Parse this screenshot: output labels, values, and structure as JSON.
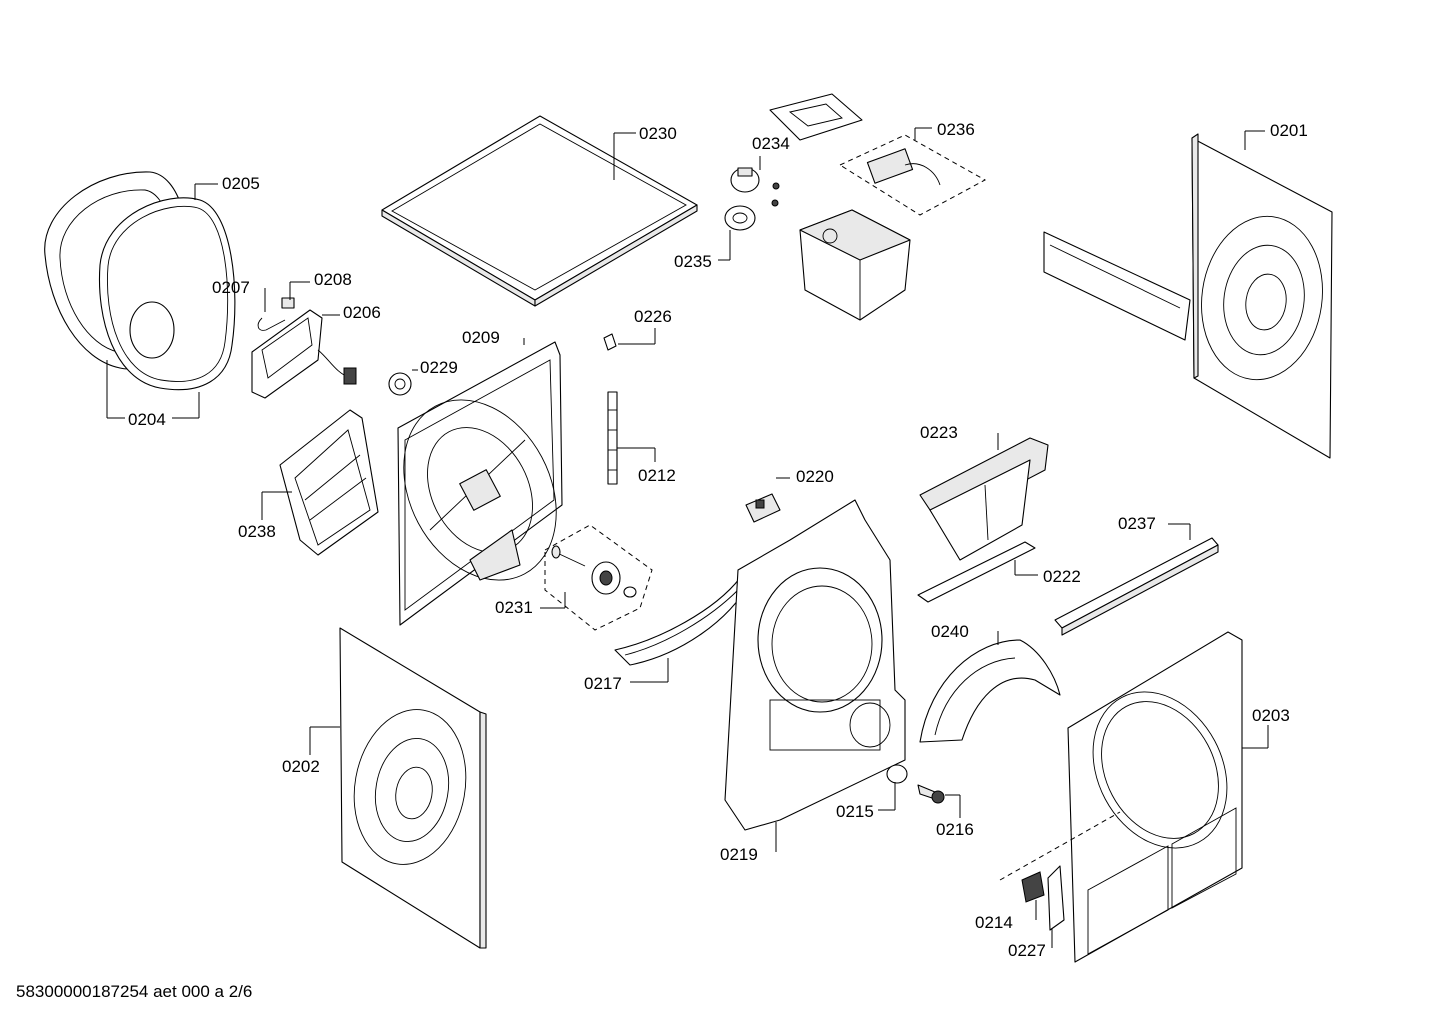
{
  "document_id": "58300000187254 aet 000 a 2/6",
  "parts": [
    {
      "id": "p0201",
      "label": "0201"
    },
    {
      "id": "p0202",
      "label": "0202"
    },
    {
      "id": "p0203",
      "label": "0203"
    },
    {
      "id": "p0204",
      "label": "0204"
    },
    {
      "id": "p0205",
      "label": "0205"
    },
    {
      "id": "p0206",
      "label": "0206"
    },
    {
      "id": "p0207",
      "label": "0207"
    },
    {
      "id": "p0208",
      "label": "0208"
    },
    {
      "id": "p0209",
      "label": "0209"
    },
    {
      "id": "p0212",
      "label": "0212"
    },
    {
      "id": "p0214",
      "label": "0214"
    },
    {
      "id": "p0215",
      "label": "0215"
    },
    {
      "id": "p0216",
      "label": "0216"
    },
    {
      "id": "p0217",
      "label": "0217"
    },
    {
      "id": "p0219",
      "label": "0219"
    },
    {
      "id": "p0220",
      "label": "0220"
    },
    {
      "id": "p0222",
      "label": "0222"
    },
    {
      "id": "p0223",
      "label": "0223"
    },
    {
      "id": "p0226",
      "label": "0226"
    },
    {
      "id": "p0227",
      "label": "0227"
    },
    {
      "id": "p0229",
      "label": "0229"
    },
    {
      "id": "p0230",
      "label": "0230"
    },
    {
      "id": "p0231",
      "label": "0231"
    },
    {
      "id": "p0234",
      "label": "0234"
    },
    {
      "id": "p0235",
      "label": "0235"
    },
    {
      "id": "p0236",
      "label": "0236"
    },
    {
      "id": "p0237",
      "label": "0237"
    },
    {
      "id": "p0238",
      "label": "0238"
    },
    {
      "id": "p0240",
      "label": "0240"
    }
  ]
}
